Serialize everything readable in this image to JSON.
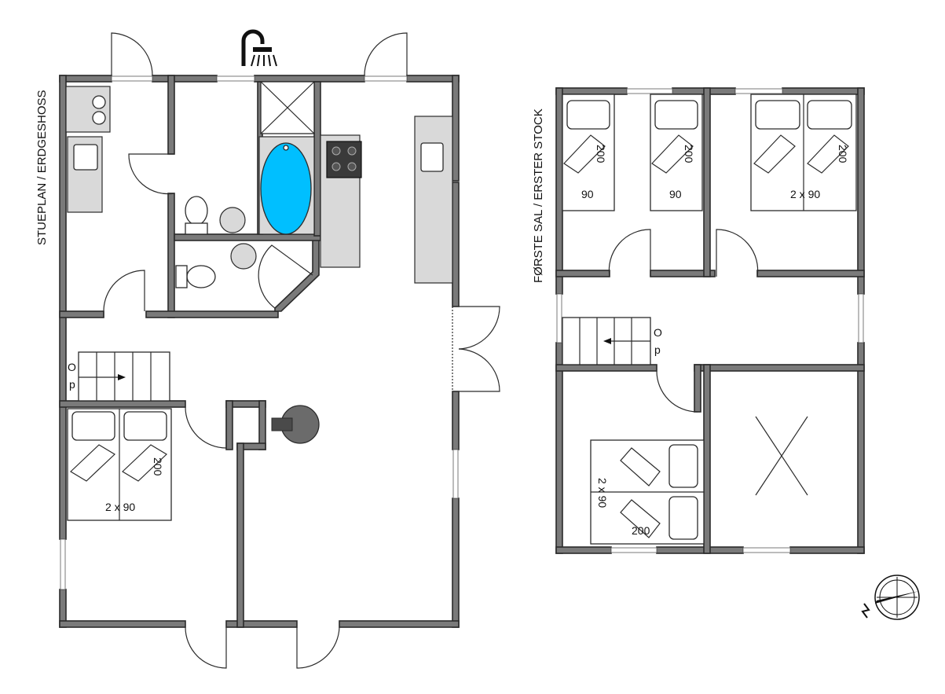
{
  "floors": {
    "ground": "STUEPLAN / ERDGESHOSS",
    "first": "FØRSTE SAL / ERSTER STOCK"
  },
  "stairs_ground": {
    "letter1": "O",
    "letter2": "p"
  },
  "stairs_first": {
    "letter1": "O",
    "letter2": "p"
  },
  "beds": {
    "ground_double_width": "2 x 90",
    "ground_double_length": "200",
    "first_room1_width": "90",
    "first_room1_length": "200",
    "first_room2_width": "90",
    "first_room2_length": "200",
    "first_room3_width": "2 x 90",
    "first_room3_length": "200",
    "first_room4_width": "2 x 90",
    "first_room4_length": "200"
  },
  "icons": [
    "shower-icon",
    "compass-icon",
    "washing-machine-icon",
    "stove-icon",
    "bathtub-icon",
    "fireplace-icon"
  ],
  "colors": {
    "wall": "#7a7a7a",
    "bathtub": "#00bfff",
    "counter": "#d9d9d9"
  }
}
